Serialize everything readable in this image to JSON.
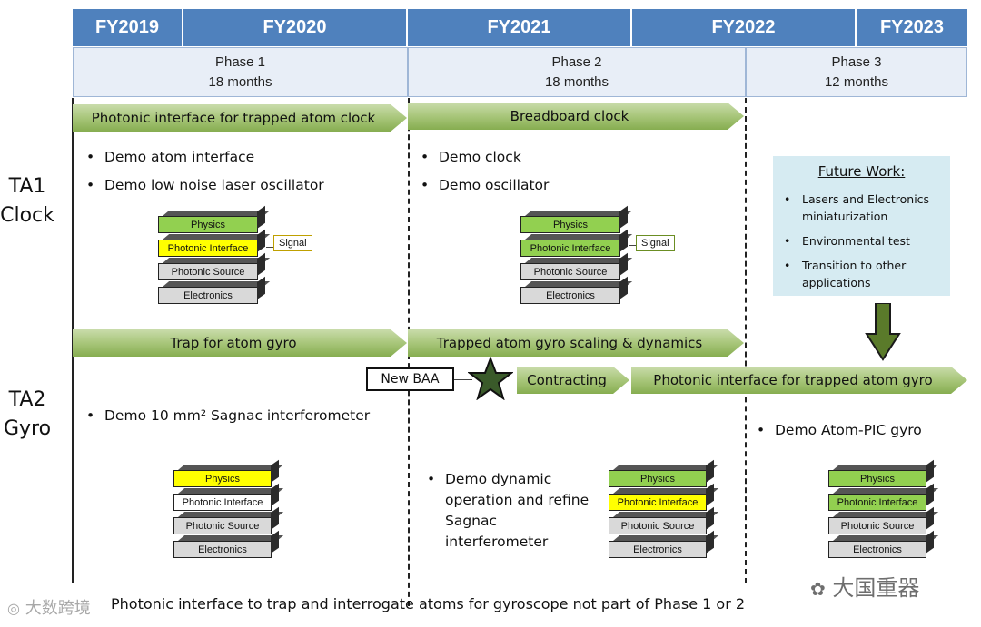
{
  "fiscal_years": [
    "FY2019",
    "FY2020",
    "FY2021",
    "FY2022",
    "FY2023"
  ],
  "phases": [
    {
      "name": "Phase 1",
      "duration": "18 months"
    },
    {
      "name": "Phase 2",
      "duration": "18 months"
    },
    {
      "name": "Phase 3",
      "duration": "12 months"
    }
  ],
  "ta1": {
    "label_line1": "TA1",
    "label_line2": "Clock",
    "arrow_phase1": "Photonic interface for trapped atom clock",
    "arrow_phase2": "Breadboard clock",
    "bullets_phase1": [
      "Demo atom interface",
      "Demo low noise laser oscillator"
    ],
    "bullets_phase2": [
      "Demo clock",
      "Demo oscillator"
    ]
  },
  "ta2": {
    "label_line1": "TA2",
    "label_line2": "Gyro",
    "arrow_phase1": "Trap for atom gyro",
    "arrow_phase2": "Trapped atom gyro scaling & dynamics",
    "arrow_contracting": "Contracting",
    "arrow_phase3": "Photonic interface for trapped atom gyro",
    "new_baa": "New BAA",
    "bullet_phase1": "Demo 10 mm² Sagnac interferometer",
    "bullet_phase2": "Demo dynamic operation and refine Sagnac interferometer",
    "bullet_phase3": "Demo Atom-PIC gyro"
  },
  "stack_labels": {
    "physics": "Physics",
    "photonic_interface": "Photonic Interface",
    "photonic_source": "Photonic Source",
    "electronics": "Electronics",
    "signal": "Signal"
  },
  "future_work": {
    "title": "Future Work:",
    "items": [
      "Lasers and Electronics miniaturization",
      "Environmental test",
      "Transition to other applications"
    ]
  },
  "footnote": "Photonic interface to trap and interrogate atoms for gyroscope not part of Phase 1 or 2",
  "watermarks": {
    "left": "大数跨境",
    "right": "大国重器"
  },
  "colors": {
    "header_blue": "#4f81bd",
    "arrow_green": "#9bbb59",
    "block_yellow": "#ffff00",
    "block_green": "#92d050",
    "block_gray": "#d9d9d9",
    "future_bg": "#d6ebf2"
  }
}
